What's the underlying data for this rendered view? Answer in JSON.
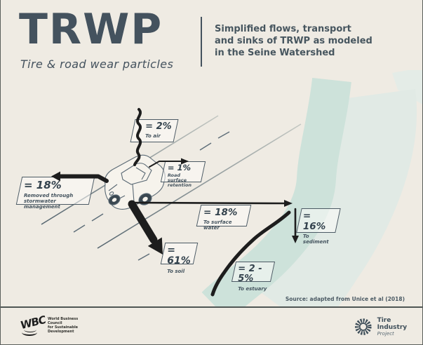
{
  "header": {
    "title": "TRWP",
    "subtitle": "Tire & road wear particles",
    "desc_line1": "Simplified flows, transport",
    "desc_line2": "and sinks of TRWP as modeled",
    "desc_line3": "in the Seine Watershed"
  },
  "diagram": {
    "flows": {
      "air": {
        "value": "= 2%",
        "line1": "To air"
      },
      "road_surface": {
        "value": "= 1%",
        "line1": "Road",
        "line2": "surface retention"
      },
      "stormwater": {
        "value": "= 18%",
        "line1": "Removed through",
        "line2": "stormwater management"
      },
      "surface_water": {
        "value": "= 18%",
        "line1": "To surface water"
      },
      "sediment": {
        "value": "= 16%",
        "line1": "To sediment"
      },
      "soil": {
        "value": "= 61%",
        "line1": "To soil"
      },
      "estuary": {
        "value": "= 2 - 5%",
        "line1": "To estuary"
      }
    }
  },
  "footer": {
    "source": "Source: adapted from Unice et al (2018)",
    "wbcsd_monogram": "WBC",
    "wbcsd_line1": "World Business",
    "wbcsd_line2": "Council",
    "wbcsd_line3": "for Sustainable",
    "wbcsd_line4": "Development",
    "tip_name": "Tire Industry",
    "tip_sub": "Project"
  },
  "colors": {
    "background": "#efebe3",
    "slate": "#44525e",
    "arrow_black": "#1d1d1d",
    "river": "#cde2da",
    "river_light": "#e1eae5"
  }
}
